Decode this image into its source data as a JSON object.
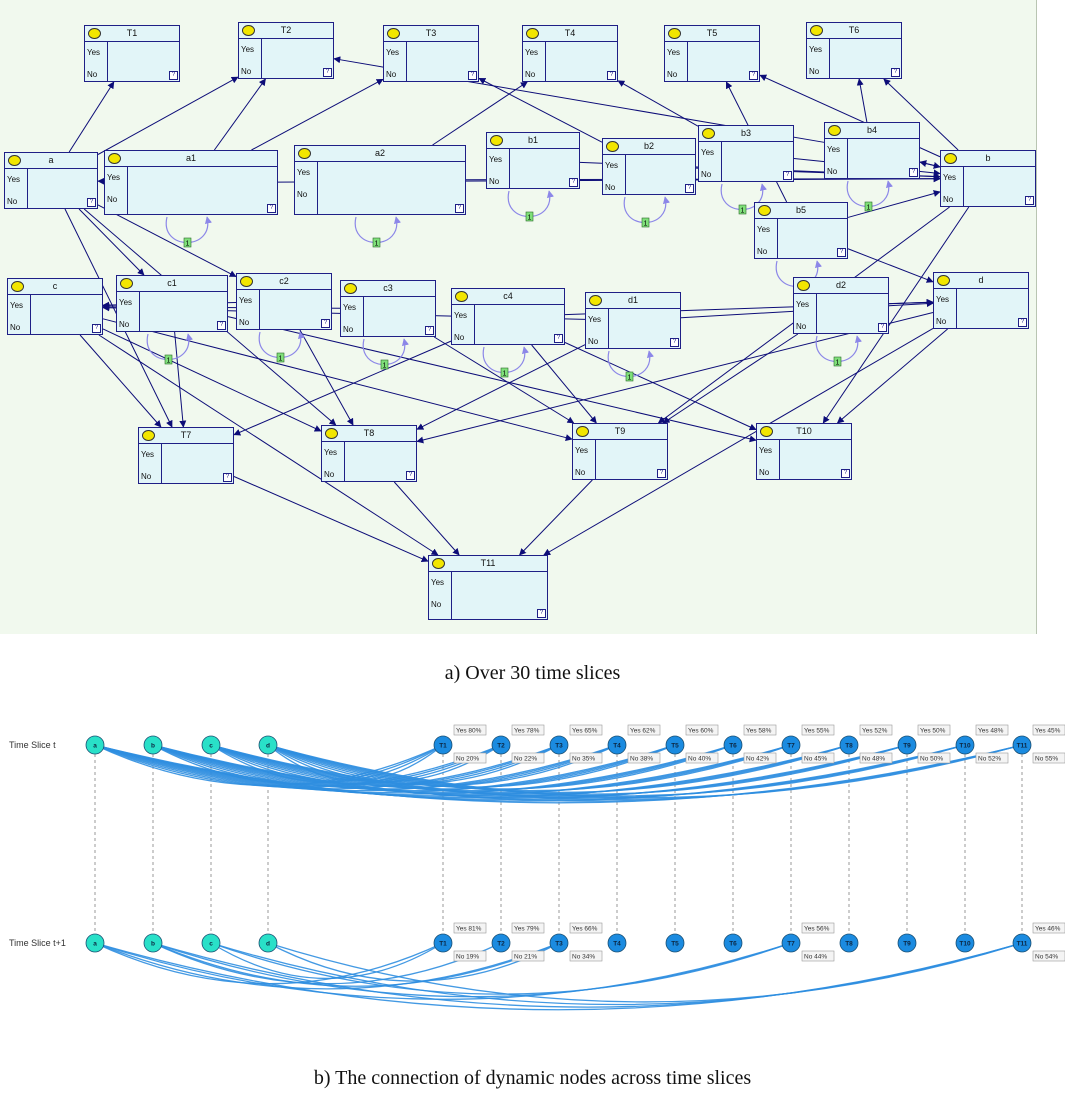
{
  "panel_a": {
    "caption": "a) Over 30 time slices",
    "state_yes": "Yes",
    "state_no": "No",
    "help_glyph": "?",
    "loop_label": "1",
    "colors": {
      "background": "#f1f9ee",
      "node_fill": "#e2f5f8",
      "node_border": "#1f1f86",
      "arc": "#0d0d78",
      "temporal_arc": "#8c87e8",
      "lamp": "#f2e600"
    },
    "nodes": [
      {
        "id": "T1",
        "label": "T1"
      },
      {
        "id": "T2",
        "label": "T2"
      },
      {
        "id": "T3",
        "label": "T3"
      },
      {
        "id": "T4",
        "label": "T4"
      },
      {
        "id": "T5",
        "label": "T5"
      },
      {
        "id": "T6",
        "label": "T6"
      },
      {
        "id": "a",
        "label": "a"
      },
      {
        "id": "a1",
        "label": "a1"
      },
      {
        "id": "a2",
        "label": "a2"
      },
      {
        "id": "b1",
        "label": "b1"
      },
      {
        "id": "b2",
        "label": "b2"
      },
      {
        "id": "b3",
        "label": "b3"
      },
      {
        "id": "b4",
        "label": "b4"
      },
      {
        "id": "b",
        "label": "b"
      },
      {
        "id": "b5",
        "label": "b5"
      },
      {
        "id": "c",
        "label": "c"
      },
      {
        "id": "c1",
        "label": "c1"
      },
      {
        "id": "c2",
        "label": "c2"
      },
      {
        "id": "c3",
        "label": "c3"
      },
      {
        "id": "c4",
        "label": "c4"
      },
      {
        "id": "d1",
        "label": "d1"
      },
      {
        "id": "d2",
        "label": "d2"
      },
      {
        "id": "d",
        "label": "d"
      },
      {
        "id": "T7",
        "label": "T7"
      },
      {
        "id": "T8",
        "label": "T8"
      },
      {
        "id": "T9",
        "label": "T9"
      },
      {
        "id": "T10",
        "label": "T10"
      },
      {
        "id": "T11",
        "label": "T11"
      }
    ],
    "temporal_loops": [
      "a1",
      "a2",
      "b1",
      "b2",
      "b3",
      "b4",
      "b5",
      "c1",
      "c2",
      "c3",
      "c4",
      "d1",
      "d2"
    ],
    "edges": [
      [
        "a",
        "T1"
      ],
      [
        "a",
        "T2"
      ],
      [
        "a1",
        "T2"
      ],
      [
        "a1",
        "T3"
      ],
      [
        "a2",
        "T4"
      ],
      [
        "b4",
        "T2"
      ],
      [
        "b2",
        "T3"
      ],
      [
        "b3",
        "T4"
      ],
      [
        "b",
        "T5"
      ],
      [
        "b5",
        "T5"
      ],
      [
        "b4",
        "T6"
      ],
      [
        "b",
        "T6"
      ],
      [
        "b3",
        "b"
      ],
      [
        "b4",
        "b"
      ],
      [
        "b2",
        "b"
      ],
      [
        "b1",
        "b"
      ],
      [
        "b5",
        "b"
      ],
      [
        "a1",
        "b"
      ],
      [
        "a2",
        "b"
      ],
      [
        "b",
        "b4"
      ],
      [
        "a1",
        "a"
      ],
      [
        "c1",
        "c"
      ],
      [
        "c2",
        "c"
      ],
      [
        "c3",
        "c"
      ],
      [
        "d1",
        "c"
      ],
      [
        "a",
        "c1"
      ],
      [
        "a",
        "c2"
      ],
      [
        "d2",
        "d"
      ],
      [
        "d1",
        "d"
      ],
      [
        "b5",
        "d"
      ],
      [
        "c4",
        "d"
      ],
      [
        "a",
        "T7"
      ],
      [
        "c",
        "T7"
      ],
      [
        "c1",
        "T7"
      ],
      [
        "c4",
        "T7"
      ],
      [
        "a",
        "T8"
      ],
      [
        "c",
        "T8"
      ],
      [
        "c2",
        "T8"
      ],
      [
        "d1",
        "T8"
      ],
      [
        "d",
        "T8"
      ],
      [
        "c",
        "T9"
      ],
      [
        "c3",
        "T9"
      ],
      [
        "c4",
        "T9"
      ],
      [
        "d2",
        "T9"
      ],
      [
        "b",
        "T9"
      ],
      [
        "c1",
        "T10"
      ],
      [
        "c4",
        "T10"
      ],
      [
        "d",
        "T10"
      ],
      [
        "b",
        "T10"
      ],
      [
        "c",
        "T11"
      ],
      [
        "T7",
        "T11"
      ],
      [
        "T8",
        "T11"
      ],
      [
        "T9",
        "T11"
      ],
      [
        "d",
        "T11"
      ]
    ]
  },
  "panel_b": {
    "caption": "b) The connection of dynamic nodes across time slices",
    "row_labels": [
      "Time Slice t",
      "Time Slice t+1"
    ],
    "colors": {
      "cause_node": "#29e0c8",
      "target_node": "#1b8be0",
      "link": "#2f8ee0",
      "drop_line": "#9a9a9a"
    },
    "row_t": [
      {
        "id": "a",
        "label": "a"
      },
      {
        "id": "b",
        "label": "b"
      },
      {
        "id": "c",
        "label": "c"
      },
      {
        "id": "d",
        "label": "d"
      },
      {
        "id": "T1",
        "label": "T1",
        "yes": "Yes 80%",
        "no": "No 20%"
      },
      {
        "id": "T2",
        "label": "T2",
        "yes": "Yes 78%",
        "no": "No 22%"
      },
      {
        "id": "T3",
        "label": "T3",
        "yes": "Yes 65%",
        "no": "No 35%"
      },
      {
        "id": "T4",
        "label": "T4",
        "yes": "Yes 62%",
        "no": "No 38%"
      },
      {
        "id": "T5",
        "label": "T5",
        "yes": "Yes 60%",
        "no": "No 40%"
      },
      {
        "id": "T6",
        "label": "T6",
        "yes": "Yes 58%",
        "no": "No 42%"
      },
      {
        "id": "T7",
        "label": "T7",
        "yes": "Yes 55%",
        "no": "No 45%"
      },
      {
        "id": "T8",
        "label": "T8",
        "yes": "Yes 52%",
        "no": "No 48%"
      },
      {
        "id": "T9",
        "label": "T9",
        "yes": "Yes 50%",
        "no": "No 50%"
      },
      {
        "id": "T10",
        "label": "T10",
        "yes": "Yes 48%",
        "no": "No 52%"
      },
      {
        "id": "T11",
        "label": "T11",
        "yes": "Yes 45%",
        "no": "No 55%"
      }
    ],
    "row_t1": [
      {
        "id": "a",
        "label": "a"
      },
      {
        "id": "b",
        "label": "b"
      },
      {
        "id": "c",
        "label": "c"
      },
      {
        "id": "d",
        "label": "d"
      },
      {
        "id": "T1",
        "label": "T1",
        "yes": "Yes 81%",
        "no": "No 19%"
      },
      {
        "id": "T2",
        "label": "T2",
        "yes": "Yes 79%",
        "no": "No 21%"
      },
      {
        "id": "T3",
        "label": "T3",
        "yes": "Yes 66%",
        "no": "No 34%"
      },
      {
        "id": "T4",
        "label": "T4"
      },
      {
        "id": "T5",
        "label": "T5"
      },
      {
        "id": "T6",
        "label": "T6"
      },
      {
        "id": "T7",
        "label": "T7",
        "yes": "Yes 56%",
        "no": "No 44%"
      },
      {
        "id": "T8",
        "label": "T8"
      },
      {
        "id": "T9",
        "label": "T9"
      },
      {
        "id": "T10",
        "label": "T10"
      },
      {
        "id": "T11",
        "label": "T11",
        "yes": "Yes 46%",
        "no": "No 54%"
      }
    ],
    "links_t": [
      [
        "a",
        "T1"
      ],
      [
        "a",
        "T2"
      ],
      [
        "a",
        "T3"
      ],
      [
        "a",
        "T4"
      ],
      [
        "a",
        "T5"
      ],
      [
        "a",
        "T6"
      ],
      [
        "a",
        "T7"
      ],
      [
        "a",
        "T8"
      ],
      [
        "a",
        "T9"
      ],
      [
        "a",
        "T10"
      ],
      [
        "a",
        "T11"
      ],
      [
        "b",
        "T1"
      ],
      [
        "b",
        "T2"
      ],
      [
        "b",
        "T3"
      ],
      [
        "b",
        "T4"
      ],
      [
        "b",
        "T5"
      ],
      [
        "b",
        "T6"
      ],
      [
        "b",
        "T7"
      ],
      [
        "b",
        "T8"
      ],
      [
        "b",
        "T9"
      ],
      [
        "b",
        "T10"
      ],
      [
        "b",
        "T11"
      ],
      [
        "c",
        "T1"
      ],
      [
        "c",
        "T2"
      ],
      [
        "c",
        "T3"
      ],
      [
        "c",
        "T4"
      ],
      [
        "c",
        "T5"
      ],
      [
        "c",
        "T6"
      ],
      [
        "c",
        "T7"
      ],
      [
        "c",
        "T8"
      ],
      [
        "c",
        "T9"
      ],
      [
        "c",
        "T10"
      ],
      [
        "c",
        "T11"
      ],
      [
        "d",
        "T1"
      ],
      [
        "d",
        "T2"
      ],
      [
        "d",
        "T3"
      ],
      [
        "d",
        "T4"
      ],
      [
        "d",
        "T5"
      ],
      [
        "d",
        "T6"
      ],
      [
        "d",
        "T7"
      ],
      [
        "d",
        "T8"
      ],
      [
        "d",
        "T9"
      ],
      [
        "d",
        "T10"
      ],
      [
        "d",
        "T11"
      ]
    ],
    "links_t1": [
      [
        "a",
        "T1"
      ],
      [
        "a",
        "T3"
      ],
      [
        "a",
        "T7"
      ],
      [
        "a",
        "T11"
      ],
      [
        "b",
        "T2"
      ],
      [
        "b",
        "T3"
      ],
      [
        "b",
        "T7"
      ],
      [
        "b",
        "T11"
      ],
      [
        "c",
        "T1"
      ],
      [
        "c",
        "T7"
      ],
      [
        "c",
        "T11"
      ],
      [
        "d",
        "T3"
      ],
      [
        "d",
        "T11"
      ]
    ],
    "drop_lines": [
      "a",
      "b",
      "c",
      "d",
      "T1",
      "T2",
      "T3",
      "T4",
      "T5",
      "T6",
      "T7",
      "T8",
      "T9",
      "T10",
      "T11"
    ]
  }
}
